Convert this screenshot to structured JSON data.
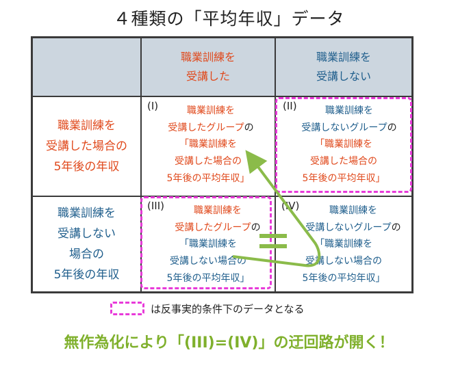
{
  "title": "４種類の「平均年収」データ",
  "header": {
    "col1": "職業訓練を\n受講した",
    "col2": "職業訓練を\n受講しない",
    "row1": "職業訓練を\n受講した場合の\n5年後の年収",
    "row2": "職業訓練を\n受講しない\n場合の\n5年後の年収"
  },
  "cells": [
    {
      "id": "(I)",
      "group": "職業訓練を\n受講したグループ",
      "suffix": "の",
      "data": "「職業訓練を\n受講した場合の\n5年後の平均年収」"
    },
    {
      "id": "(II)",
      "group": "職業訓練を\n受講しないグループ",
      "suffix": "の",
      "data": "「職業訓練を\n受講した場合の\n5年後の平均年収」"
    },
    {
      "id": "(III)",
      "group": "職業訓練を\n受講したグループ",
      "suffix": "の",
      "data": "「職業訓練を\n受講しない場合の\n5年後の平均年収」"
    },
    {
      "id": "(IV)",
      "group": "職業訓練を\n受講しないグループ",
      "suffix": "の",
      "data": "「職業訓練を\n受講しない場合の\n5年後の平均年収」"
    }
  ],
  "equals": "＝",
  "note": "は反事実的条件下のデータとなる",
  "bottom": "無作為化により「(III)=(IV)」の迂回路が開く！",
  "colors": {
    "orange": "#e0491c",
    "blue": "#1f5e8c",
    "green": "#7fb02c",
    "magenta": "#e83ad9",
    "header_bg": "#ccd6df"
  }
}
